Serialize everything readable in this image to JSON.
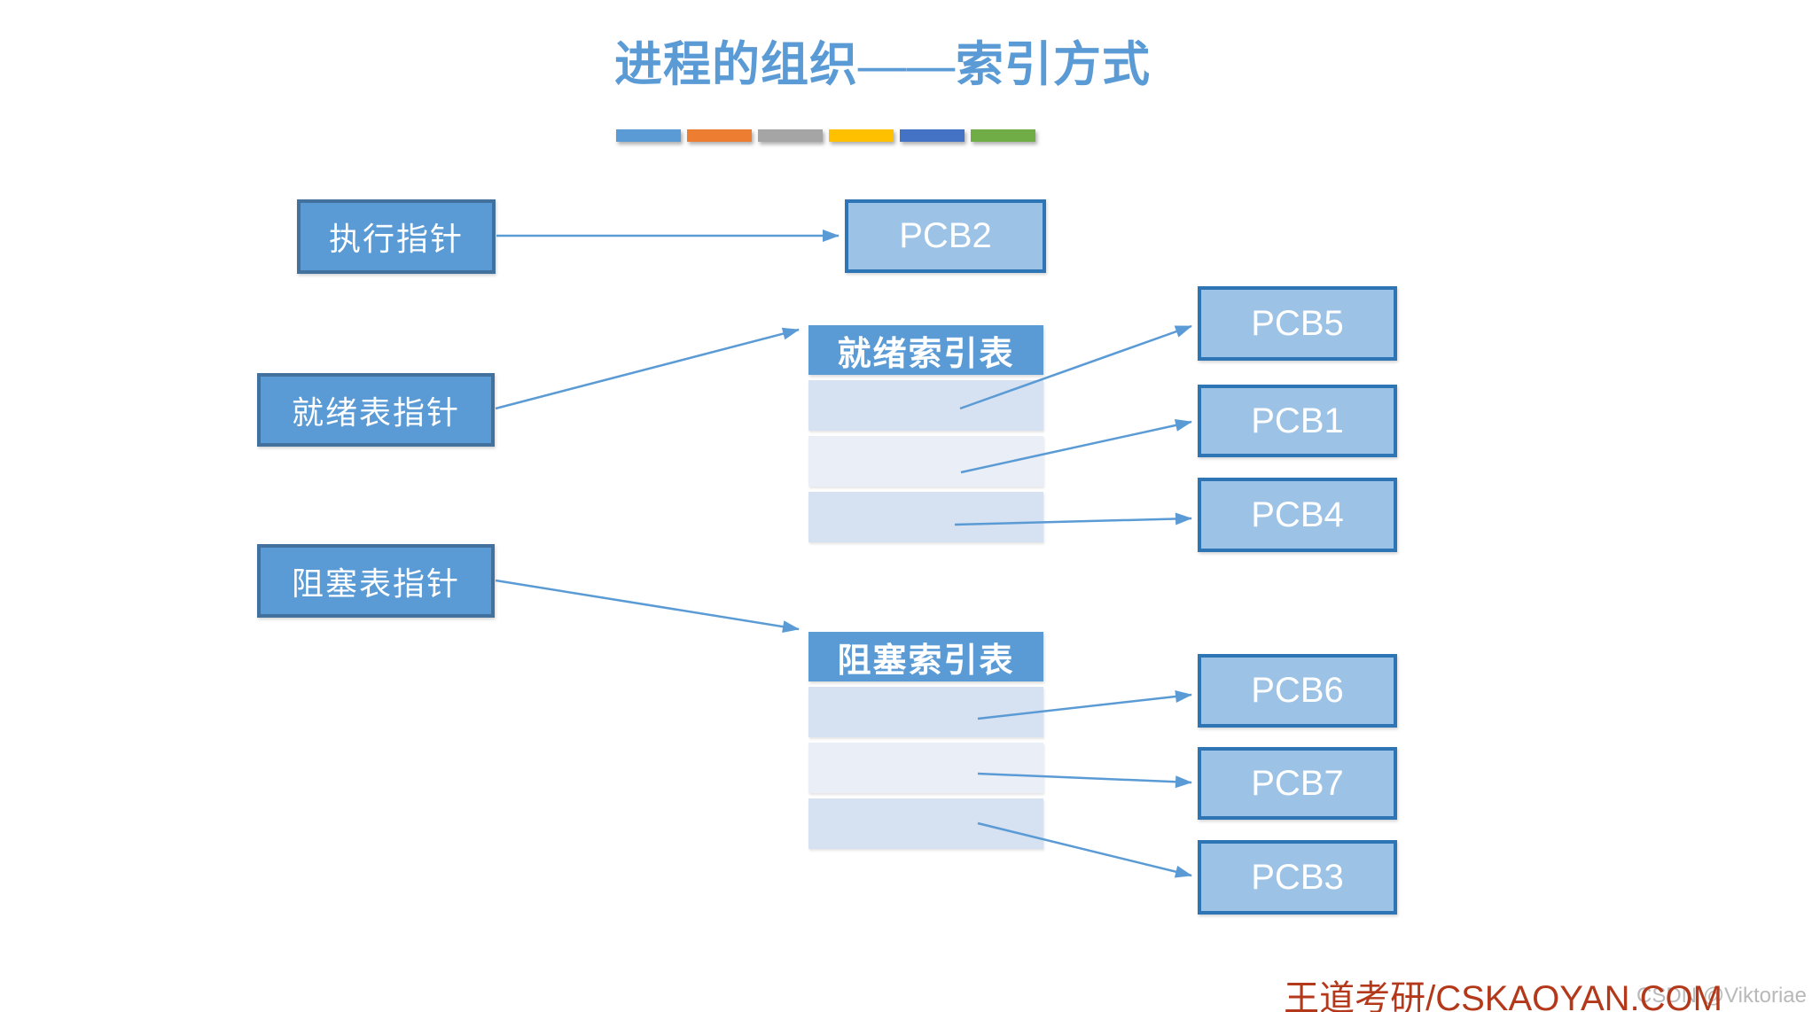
{
  "title": "进程的组织——索引方式",
  "accent_bars": [
    "#5B9BD5",
    "#ED7D31",
    "#A5A5A5",
    "#FFC000",
    "#4472C4",
    "#70AD47"
  ],
  "pointers": {
    "exec": "执行指针",
    "ready": "就绪表指针",
    "blocked": "阻塞表指针"
  },
  "tables": {
    "ready": {
      "header": "就绪索引表",
      "rows": [
        "",
        "",
        ""
      ]
    },
    "blocked": {
      "header": "阻塞索引表",
      "rows": [
        "",
        "",
        ""
      ]
    }
  },
  "pcbs": {
    "exec": "PCB2",
    "ready": [
      "PCB5",
      "PCB1",
      "PCB4"
    ],
    "blocked": [
      "PCB6",
      "PCB7",
      "PCB3"
    ]
  },
  "footer": {
    "brand": "王道考研/CSKAOYAN.COM",
    "watermark": "CSDN @Viktoriae"
  },
  "colors": {
    "title": "#5B9BD5",
    "pointer_fill": "#5B9BD5",
    "pointer_border": "#41719C",
    "pcb_fill": "#9CC2E5",
    "pcb_border": "#2E75B6",
    "table_header": "#5B9BD5",
    "row_dark": "#D6E1F1",
    "row_light": "#EAEEF7",
    "arrow": "#5B9BD5",
    "brand_red": "#B4391B"
  }
}
